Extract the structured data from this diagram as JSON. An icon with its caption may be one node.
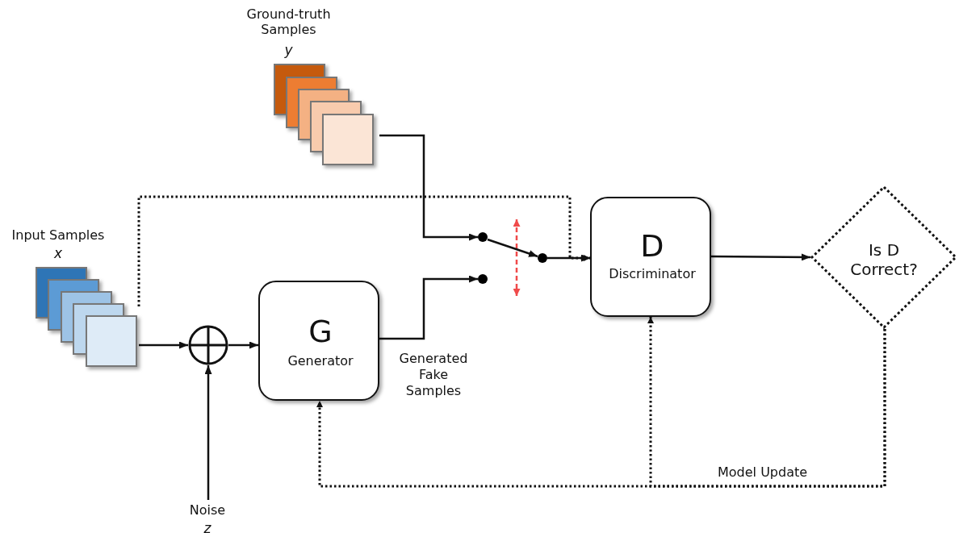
{
  "diagram": {
    "nodes": [
      {
        "text": [
          "Ground-truth Samples",
          "y"
        ]
      },
      {
        "text": [
          "Input Samples",
          "x"
        ]
      },
      {
        "text": [],
        "shape": "circle"
      },
      {
        "text": [
          "G",
          "Generator"
        ],
        "beside": [
          "Generated Fake Samples"
        ]
      },
      {
        "text": [
          "Noise",
          "z"
        ]
      },
      {
        "text": [],
        "shape": "circle"
      },
      {
        "text": [],
        "shape": "circle"
      },
      {
        "text": [],
        "shape": "circle"
      },
      {
        "text": [
          "D",
          "Discriminator"
        ]
      },
      {
        "text": [
          "Is D Correct?"
        ]
      }
    ],
    "edges": [
      {
        "from": 0,
        "to": 5,
        "arrow": "to"
      },
      {
        "from": 3,
        "to": 6,
        "arrow": "to"
      },
      {
        "from": 5,
        "to": 7,
        "arrow": "to"
      },
      {
        "from": 7,
        "to": 8,
        "arrow": "to"
      },
      {
        "from": 1,
        "to": 2,
        "arrow": "to"
      },
      {
        "from": 4,
        "to": 2,
        "arrow": "to"
      },
      {
        "from": 2,
        "to": 3,
        "arrow": "to"
      },
      {
        "from": 8,
        "to": 9,
        "arrow": "to"
      },
      {
        "from": 1,
        "to": 8,
        "arrow": "to",
        "style": "dashed"
      },
      {
        "from": 9,
        "to": 3,
        "arrow": "to",
        "style": "dashed",
        "label": "Model Update"
      },
      {
        "from": 9,
        "to": 8,
        "arrow": "to",
        "style": "dashed"
      }
    ]
  }
}
